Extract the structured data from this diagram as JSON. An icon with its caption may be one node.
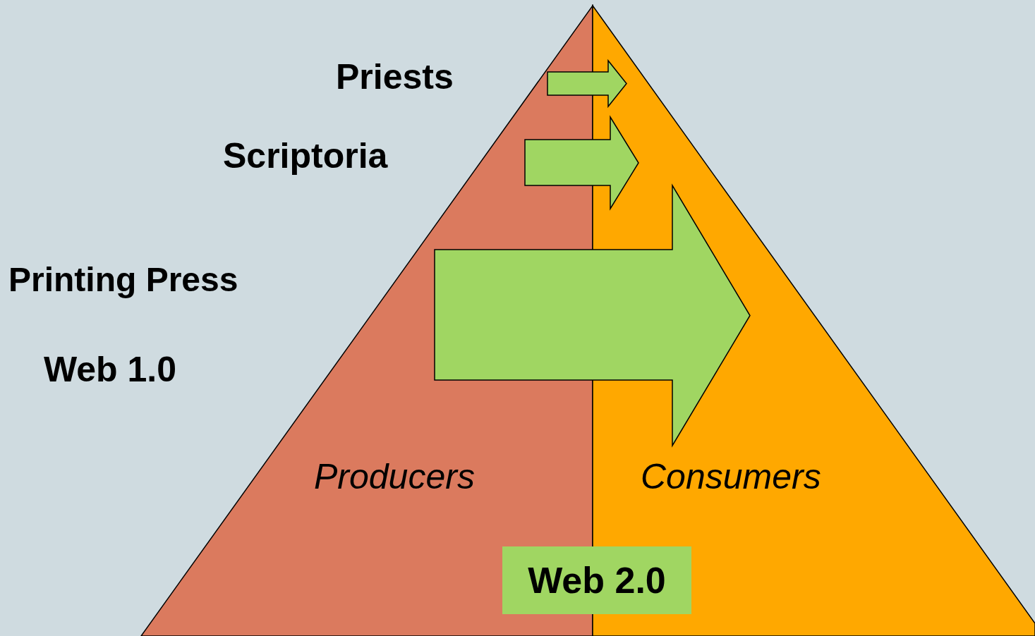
{
  "diagram": {
    "nodes": [
      {
        "text": [
          "Producers"
        ]
      },
      {
        "text": [
          "Consumers"
        ]
      },
      {
        "text": [
          "Web 2.0"
        ]
      }
    ],
    "edges": [
      {
        "from": 0,
        "to": 1,
        "arrow": "to",
        "style": "thick"
      },
      {
        "from": 0,
        "to": 1,
        "arrow": "to",
        "style": "thick"
      },
      {
        "from": 0,
        "to": 1,
        "arrow": "to",
        "style": "thick"
      }
    ],
    "labels": [
      "Priests",
      "Scriptoria",
      "Printing Press",
      "Web 1.0"
    ]
  }
}
